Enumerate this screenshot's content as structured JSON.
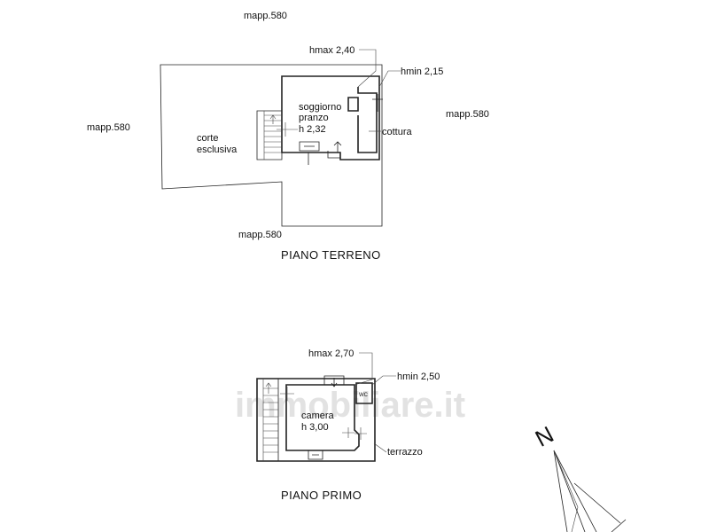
{
  "ground_floor": {
    "title": "PIANO TERRENO",
    "mapp_top": "mapp.580",
    "mapp_left": "mapp.580",
    "mapp_right": "mapp.580",
    "mapp_bottom": "mapp.580",
    "hmax": "hmax 2,40",
    "hmin": "hmin 2,15",
    "corte_line1": "corte",
    "corte_line2": "esclusiva",
    "room_line1": "soggiorno",
    "room_line2": "pranzo",
    "room_line3": "h 2,32",
    "cottura": "cottura"
  },
  "first_floor": {
    "title": "PIANO PRIMO",
    "hmax": "hmax 2,70",
    "hmin": "hmin 2,50",
    "room_line1": "camera",
    "room_line2": "h 3,00",
    "terrazzo": "terrazzo",
    "vc": "WC"
  },
  "north": {
    "label": "N"
  },
  "watermark": {
    "text": "immobiliare.it"
  }
}
